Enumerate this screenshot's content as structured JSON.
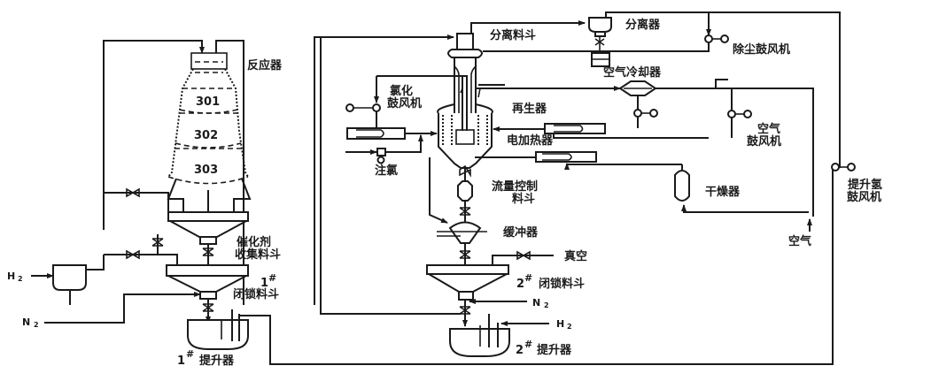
{
  "diagram": {
    "type": "process-flow",
    "colors": {
      "line": "#1a1a1a",
      "background": "#ffffff"
    },
    "reactor": {
      "label": "反应器",
      "zones": [
        "301",
        "302",
        "303"
      ]
    },
    "left_section": {
      "catalyst_collect_hopper": [
        "催化剂",
        "收集料斗"
      ],
      "lock_hopper_1_number": "1",
      "lock_hopper_1_mark": "#",
      "lock_hopper_1_label": "闭锁料斗",
      "lifter_1_number": "1",
      "lifter_1_mark": "#",
      "lifter_1_label": "提升器",
      "h2_label": "H",
      "h2_sub": "2",
      "n2_label": "N",
      "n2_sub": "2"
    },
    "regenerator_section": {
      "separation_hopper": "分离料斗",
      "separator": "分离器",
      "dust_blower": "除尘鼓风机",
      "air_cooler": "空气冷却器",
      "chlorination_blower": [
        "氯化",
        "鼓风机"
      ],
      "regenerator": "再生器",
      "air_blower": [
        "空气",
        "鼓风机"
      ],
      "chlorine_injection": "注氯",
      "electric_heater": "电加热器",
      "flow_control_hopper": [
        "流量控制",
        "料斗"
      ],
      "dryer": "干燥器",
      "buffer": "缓冲器",
      "air": "空气",
      "vacuum": "真空",
      "lock_hopper_2_number": "2",
      "lock_hopper_2_mark": "#",
      "lock_hopper_2_label": "闭锁料斗",
      "n2_label": "N",
      "n2_sub": "2",
      "h2_label": "H",
      "h2_sub": "2",
      "lifter_2_number": "2",
      "lifter_2_mark": "#",
      "lifter_2_label": "提升器",
      "lift_h2_blower": [
        "提升氢",
        "鼓风机"
      ]
    }
  }
}
